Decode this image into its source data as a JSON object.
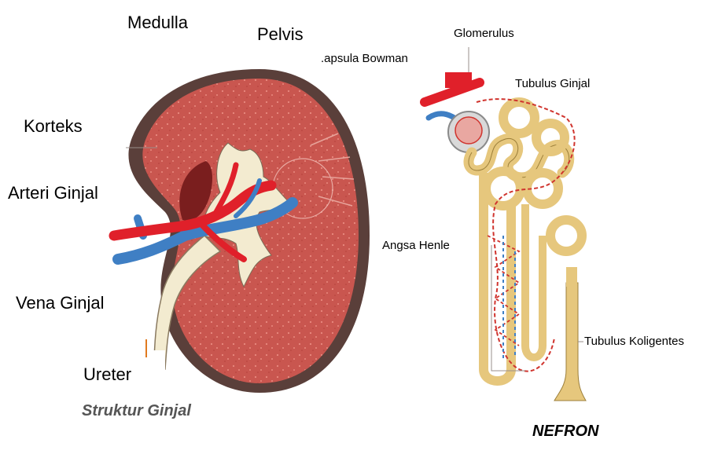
{
  "labels": {
    "medulla": "Medulla",
    "pelvis": "Pelvis",
    "kapsula": ".apsula Bowman",
    "glomerulus": "Glomerulus",
    "tubulus_ginjal": "Tubulus Ginjal",
    "korteks": "Korteks",
    "arteri": "Arteri Ginjal",
    "vena": "Vena Ginjal",
    "ureter": "Ureter",
    "angsa": "Angsa Henle",
    "koligentes": "Tubulus Koligentes"
  },
  "captions": {
    "kidney": "Struktur Ginjal",
    "nephron": "NEFRON"
  },
  "colors": {
    "kidney_tissue": "#c9564f",
    "kidney_capsule": "#5a3f3a",
    "artery": "#e0202a",
    "vein": "#3f7fc4",
    "tubule": "#e6c77d",
    "pelvis": "#f3ebd0"
  }
}
